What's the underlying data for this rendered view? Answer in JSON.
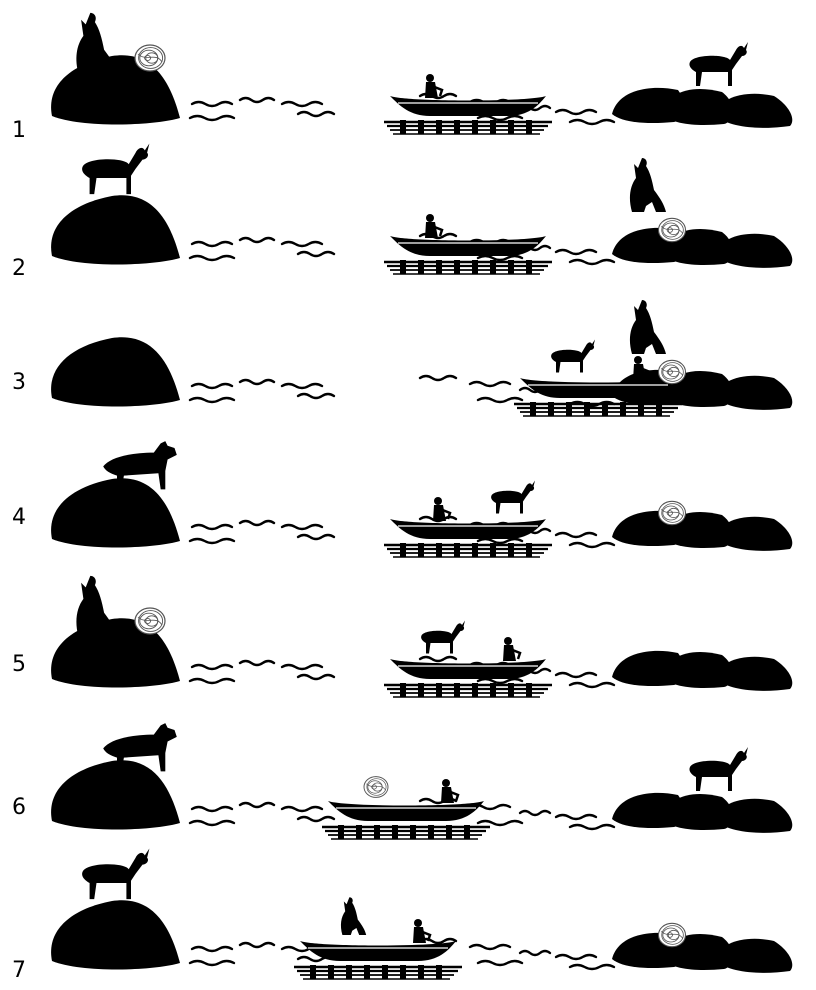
{
  "scenes": [
    {
      "step": "1",
      "left_bank": [
        "wolf-howling",
        "cabbage"
      ],
      "canoe": [
        "farmer"
      ],
      "right_bank": [
        "goat"
      ],
      "canoe_position": "middle"
    },
    {
      "step": "2",
      "left_bank": [
        "goat"
      ],
      "canoe": [
        "farmer"
      ],
      "right_bank": [
        "wolf-howling",
        "cabbage"
      ],
      "canoe_position": "middle"
    },
    {
      "step": "3",
      "left_bank": [],
      "canoe": [
        "goat",
        "farmer"
      ],
      "right_bank": [
        "wolf-howling",
        "cabbage"
      ],
      "canoe_position": "right"
    },
    {
      "step": "4",
      "left_bank": [
        "wolf-standing"
      ],
      "canoe": [
        "farmer",
        "goat"
      ],
      "right_bank": [
        "cabbage"
      ],
      "canoe_position": "middle"
    },
    {
      "step": "5",
      "left_bank": [
        "wolf-howling",
        "cabbage"
      ],
      "canoe": [
        "goat",
        "farmer"
      ],
      "right_bank": [],
      "canoe_position": "middle"
    },
    {
      "step": "6",
      "left_bank": [
        "wolf-standing"
      ],
      "canoe": [
        "cabbage",
        "farmer"
      ],
      "right_bank": [
        "goat"
      ],
      "canoe_position": "left-middle"
    },
    {
      "step": "7",
      "left_bank": [
        "goat"
      ],
      "canoe": [
        "wolf-howling",
        "farmer"
      ],
      "right_bank": [
        "cabbage"
      ],
      "canoe_position": "left"
    }
  ],
  "colors": {
    "ink": "#000000",
    "paper": "#ffffff",
    "cabbage_line": "#555555"
  }
}
